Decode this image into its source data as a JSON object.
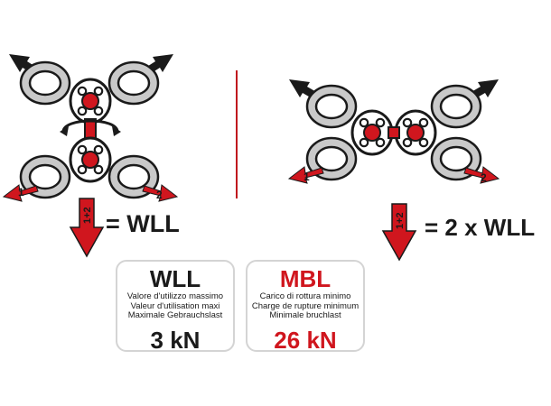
{
  "left_config": {
    "arrow_labels": [
      "1",
      "2"
    ],
    "result_arrow_label": "1+2",
    "formula": "= WLL"
  },
  "right_config": {
    "arrow_labels": [
      "1",
      "2"
    ],
    "result_arrow_label": "1+2",
    "formula": "= 2 x WLL"
  },
  "wll_card": {
    "title": "WLL",
    "lines": [
      "Valore d'utilizzo massimo",
      "Valeur d'utilisation maxi",
      "Maximale Gebrauchslast"
    ],
    "value": "3 kN",
    "title_color": "#1a1a1a",
    "value_color": "#1a1a1a"
  },
  "mbl_card": {
    "title": "MBL",
    "lines": [
      "Carico di rottura minimo",
      "Charge de rupture minimum",
      "Minimale bruchlast"
    ],
    "value": "26 kN",
    "title_color": "#d0161e",
    "value_color": "#d0161e"
  },
  "colors": {
    "red": "#d0161e",
    "dark": "#1a1a1a",
    "grey": "#c9c9c9",
    "divider": "#c0161e"
  }
}
